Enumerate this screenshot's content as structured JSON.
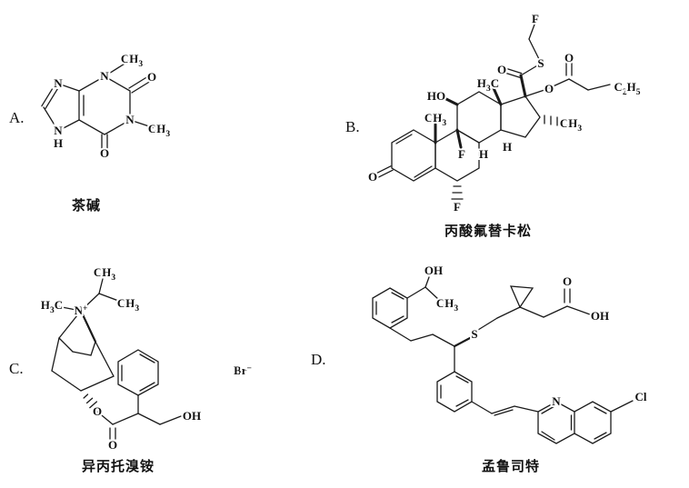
{
  "structures": {
    "A": {
      "letter": "A.",
      "caption": "茶碱",
      "atoms": {
        "N1": "N",
        "N3": "N",
        "N7": "N",
        "N9": "N",
        "H9": "H",
        "O2": "O",
        "O6": "O",
        "CH3_N1": "CH3",
        "CH3_N3": "CH3"
      }
    },
    "B": {
      "letter": "B.",
      "caption": "丙酸氟替卡松",
      "atoms": {
        "O3": "O",
        "HO": "HO",
        "CH3_C19": "CH3",
        "H3C_C18": "H3C",
        "CH3_C16": "CH3",
        "F9": "F",
        "F6": "F",
        "Ftop": "F",
        "Othio": "O",
        "S": "S",
        "Oester": "O",
        "Ocarbonyl": "O",
        "C2H5": "C2H5",
        "H8": "H",
        "H14": "H"
      }
    },
    "C": {
      "letter": "C.",
      "caption": "异丙托溴铵",
      "atoms": {
        "H3C": "H3C",
        "N": "N+",
        "CH3a": "CH3",
        "CH3b": "CH3",
        "Oester": "O",
        "Ocarbonyl": "O",
        "OH": "OH",
        "Br": "Br−"
      }
    },
    "D": {
      "letter": "D.",
      "caption": "孟鲁司特",
      "atoms": {
        "OH1": "OH",
        "CH3": "CH3",
        "S": "S",
        "Oacid": "O",
        "OHacid": "OH",
        "N": "N",
        "Cl": "Cl"
      }
    }
  }
}
